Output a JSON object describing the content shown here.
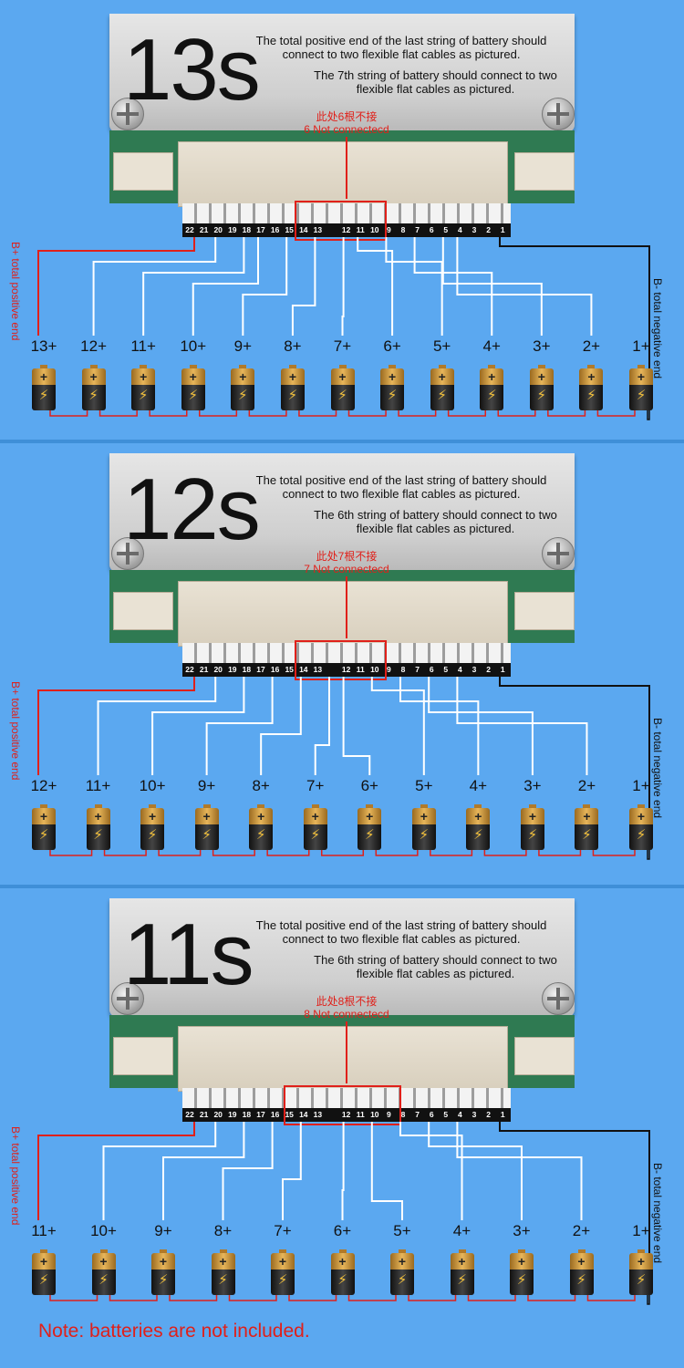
{
  "panels": [
    {
      "id": "13s",
      "big_label": "13s",
      "note_positive": "The total positive end of the last string of battery should connect to two flexible flat cables as pictured.",
      "note_string": "The 7th string of battery should connect to two flexible flat cables as pictured.",
      "cn_note": "此处6根不接",
      "not_connected": "6 Not connectecd",
      "pins": [
        "22",
        "21",
        "20",
        "19",
        "18",
        "17",
        "16",
        "15",
        "14",
        "13",
        "12",
        "11",
        "10",
        "9",
        "8",
        "7",
        "6",
        "5",
        "4",
        "3",
        "2",
        "1"
      ],
      "cells": [
        "13+",
        "12+",
        "11+",
        "10+",
        "9+",
        "8+",
        "7+",
        "6+",
        "5+",
        "4+",
        "3+",
        "2+",
        "1+"
      ],
      "b_plus_label": "B+ total positive end",
      "b_minus_label": "B- total negative end"
    },
    {
      "id": "12s",
      "big_label": "12s",
      "note_positive": "The total positive end of the last string of battery should connect to two flexible flat cables as pictured.",
      "note_string": "The 6th string of battery should connect to two flexible flat cables as pictured.",
      "cn_note": "此处7根不接",
      "not_connected": "7 Not connectecd",
      "pins": [
        "22",
        "21",
        "20",
        "19",
        "18",
        "17",
        "16",
        "15",
        "14",
        "13",
        "12",
        "11",
        "10",
        "9",
        "8",
        "7",
        "6",
        "5",
        "4",
        "3",
        "2",
        "1"
      ],
      "cells": [
        "12+",
        "11+",
        "10+",
        "9+",
        "8+",
        "7+",
        "6+",
        "5+",
        "4+",
        "3+",
        "2+",
        "1+"
      ],
      "b_plus_label": "B+ total positive end",
      "b_minus_label": "B- total negative end"
    },
    {
      "id": "11s",
      "big_label": "11s",
      "note_positive": "The total positive end of the last string of battery should connect to two flexible flat cables as pictured.",
      "note_string": "The 6th string of battery should connect to two flexible flat cables as pictured.",
      "cn_note": "此处8根不接",
      "not_connected": "8 Not connectecd",
      "pins": [
        "22",
        "21",
        "20",
        "19",
        "18",
        "17",
        "16",
        "15",
        "14",
        "13",
        "12",
        "11",
        "10",
        "9",
        "8",
        "7",
        "6",
        "5",
        "4",
        "3",
        "2",
        "1"
      ],
      "cells": [
        "11+",
        "10+",
        "9+",
        "8+",
        "7+",
        "6+",
        "5+",
        "4+",
        "3+",
        "2+",
        "1+"
      ],
      "b_plus_label": "B+ total positive end",
      "b_minus_label": "B- total negative end"
    }
  ],
  "footer_note": "Note: batteries are not included.",
  "colors": {
    "background": "#5ba8f0",
    "accent_red": "#e0201a",
    "wire_white": "#ffffff",
    "wire_black": "#111111"
  }
}
